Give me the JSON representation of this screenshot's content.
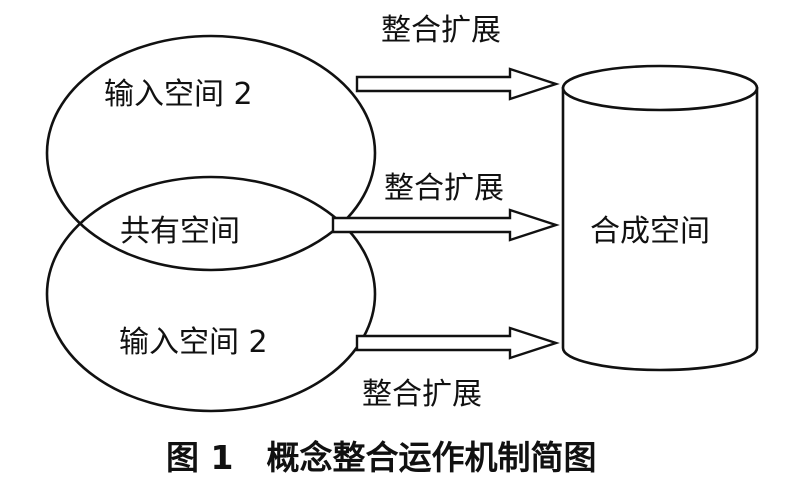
{
  "diagram": {
    "nodes": {
      "input_space_top": "输入空间 2",
      "shared_space": "共有空间",
      "input_space_bottom": "输入空间 2",
      "blended_space": "合成空间"
    },
    "edges": {
      "top": "整合扩展",
      "middle": "整合扩展",
      "bottom": "整合扩展"
    }
  },
  "caption": "图 1　概念整合运作机制简图"
}
